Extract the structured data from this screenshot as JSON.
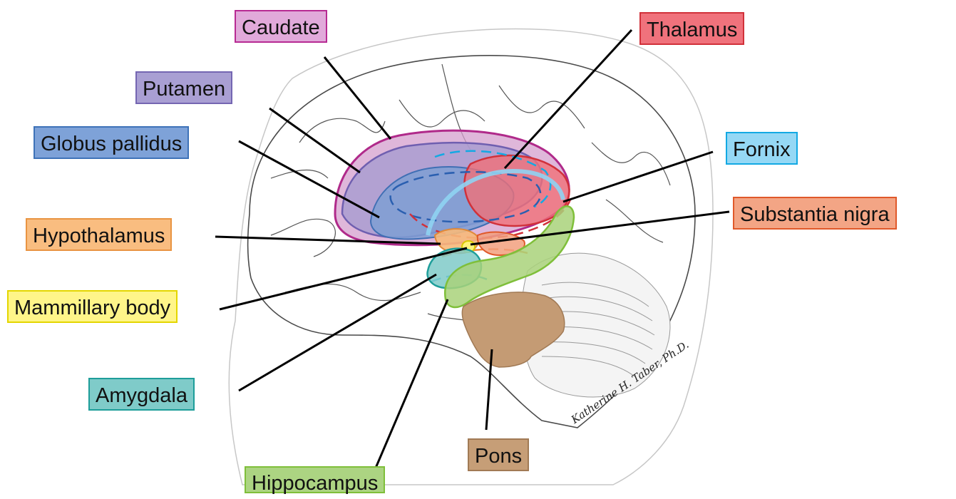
{
  "labels": {
    "caudate": "Caudate",
    "thalamus": "Thalamus",
    "putamen": "Putamen",
    "globus_pallidus": "Globus pallidus",
    "fornix": "Fornix",
    "substantia_nigra": "Substantia nigra",
    "hypothalamus": "Hypothalamus",
    "mammillary_body": "Mammillary body",
    "amygdala": "Amygdala",
    "pons": "Pons",
    "hippocampus": "Hippocampus"
  },
  "signature": "Katherine H. Taber, Ph.D.",
  "colors": {
    "caudate": "#d49fce",
    "putamen": "#a69bd0",
    "globus_pallidus": "#7e9fd4",
    "thalamus": "#f07178",
    "fornix": "#8fd3f2",
    "substantia_nigra": "#f2a07e",
    "hypothalamus": "#f7b97a",
    "mammillary_body": "#fff27a",
    "amygdala": "#7fcac8",
    "pons": "#c49b74",
    "hippocampus": "#a9d27a"
  }
}
